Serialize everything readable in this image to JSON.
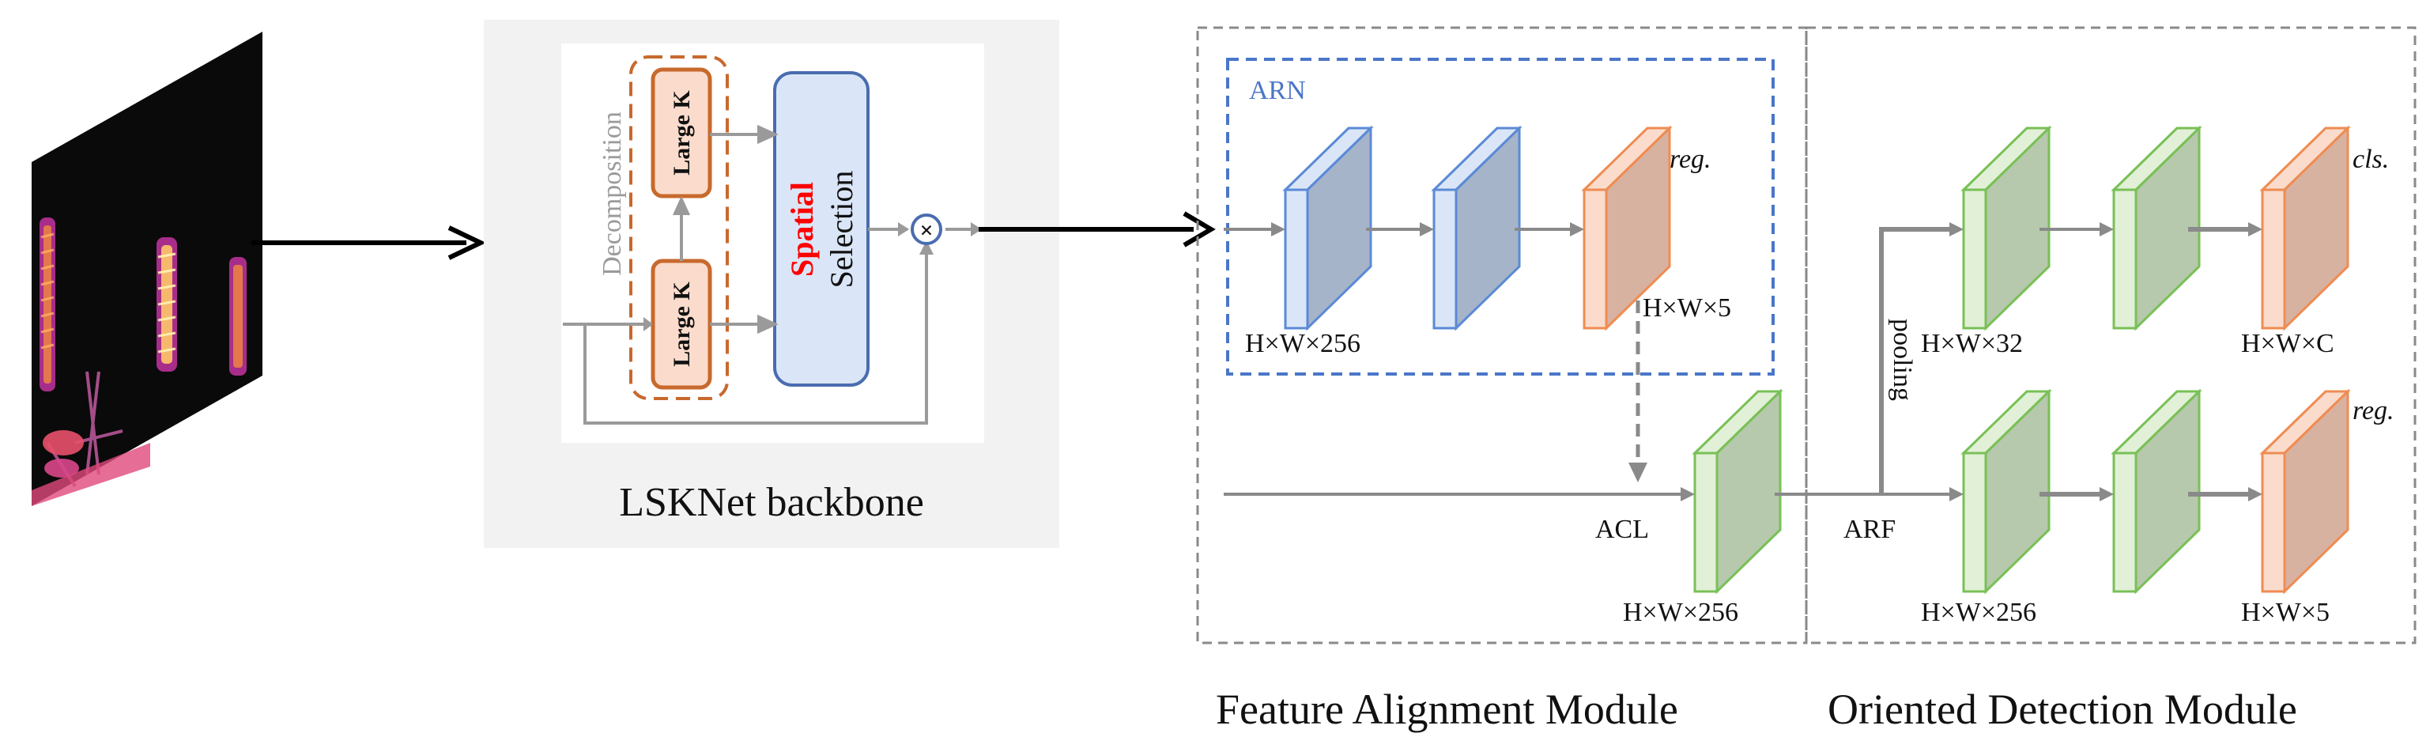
{
  "backbone": {
    "caption": "LSKNet backbone",
    "decomposition_label": "Decomposition",
    "large_k_top": "Large K",
    "large_k_bottom": "Large K",
    "spatial_word": "Spatial",
    "selection_word": "Selection",
    "multiply_symbol": "×"
  },
  "feature_alignment": {
    "caption": "Feature Alignment Module",
    "arn_label": "ARN",
    "reg_label": "reg.",
    "dim_first": "H×W×256",
    "dim_reg": "H×W×5",
    "acl_label": "ACL",
    "dim_acl": "H×W×256"
  },
  "oriented_detection": {
    "caption": "Oriented Detection Module",
    "pooling_label": "pooling",
    "arf_label": "ARF",
    "cls_label": "cls.",
    "reg_label": "reg.",
    "dim_top_first": "H×W×32",
    "dim_top_last": "H×W×C",
    "dim_bottom_first": "H×W×256",
    "dim_bottom_last": "H×W×5"
  },
  "colors": {
    "blue_front": "#a6b4ca",
    "blue_side": "#dae6f7",
    "blue_edge": "#5b8ad6",
    "orange_front": "#d8b2a0",
    "orange_side": "#fbdccc",
    "orange_edge": "#ef8c52",
    "green_front": "#b6c9ac",
    "green_side": "#e2f0d8",
    "green_edge": "#79c056",
    "red_text": "#ff0000",
    "dashed_blue": "#4a76c8",
    "dashed_orange": "#c8692d",
    "gray_arrow": "#8a8a8a"
  }
}
